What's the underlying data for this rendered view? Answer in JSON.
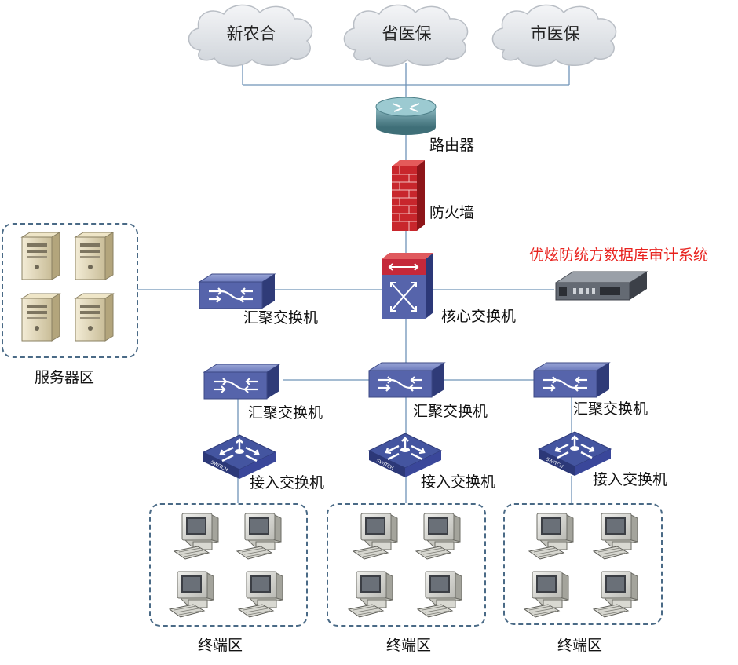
{
  "clouds": [
    "新农合",
    "省医保",
    "市医保"
  ],
  "router": "路由器",
  "firewall": "防火墙",
  "core_switch": "核心交换机",
  "audit_system": "优炫防统方数据库审计系统",
  "server_agg_switch": "汇聚交换机",
  "server_zone": "服务器区",
  "aggregation_switches": [
    "汇聚交换机",
    "汇聚交换机",
    "汇聚交换机"
  ],
  "access_switches": [
    "接入交换机",
    "接入交换机",
    "接入交换机"
  ],
  "access_switch_badge": "SWITCH",
  "terminal_zones": [
    "终端区",
    "终端区",
    "终端区"
  ],
  "colors": {
    "line": "#6f93b8",
    "cloud_fill": "#dfe3e8",
    "switch_fill": "#4f5fa3",
    "router_fill": "#5a8c96",
    "firewall_fill": "#c8262c",
    "audit_text": "#e8231f",
    "zone_border": "#4a6a86"
  }
}
